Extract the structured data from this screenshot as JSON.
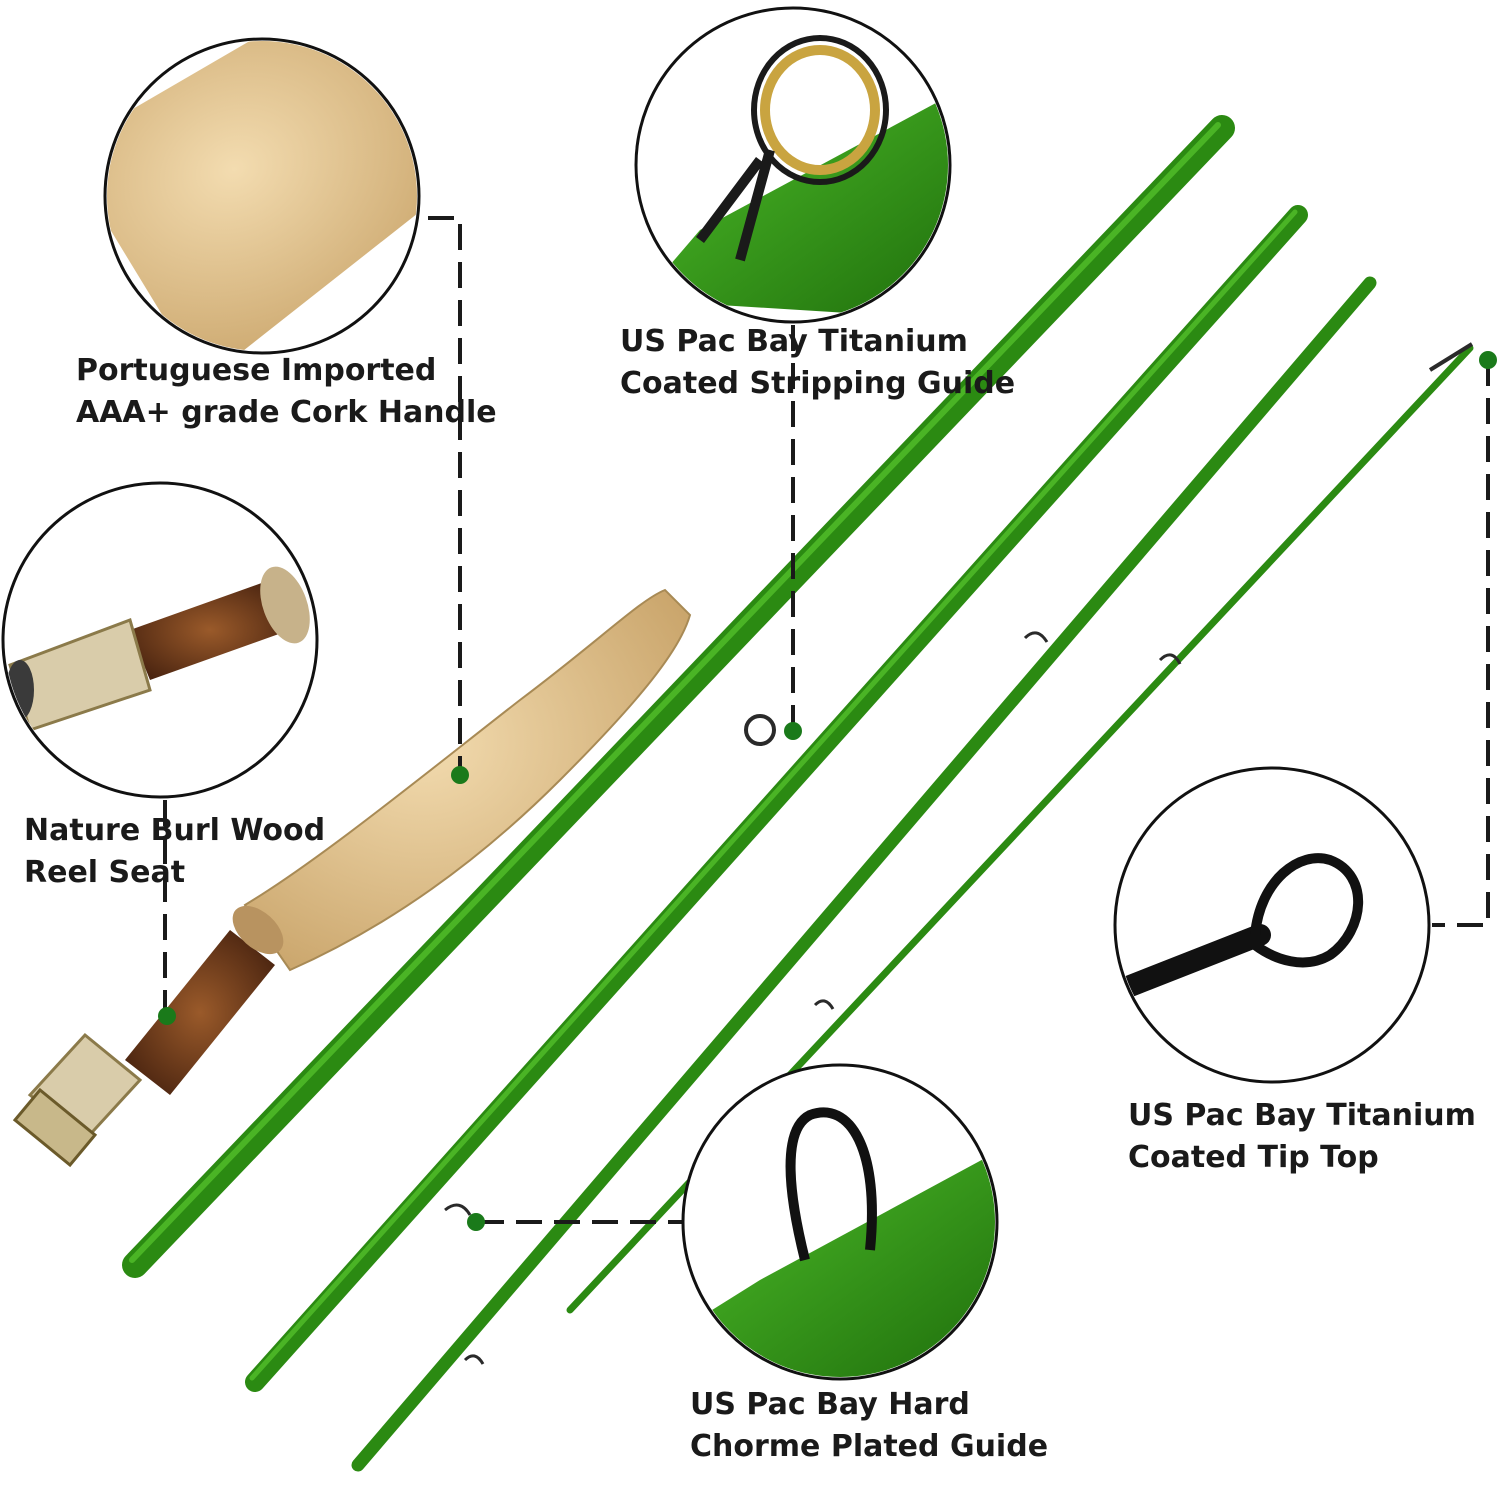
{
  "colors": {
    "rod_green": "#3da41c",
    "rod_green_dark": "#1f6e0c",
    "cork": "#e4c796",
    "burl_wood": "#6e3d1e",
    "metal": "#d9ccaa",
    "connector_dot": "#1a7a1a",
    "line": "#1a1a1a"
  },
  "callouts": {
    "cork_handle": {
      "line1": "Portuguese Imported",
      "line2": "AAA+ grade Cork Handle"
    },
    "reel_seat": {
      "line1": "Nature Burl Wood",
      "line2": "Reel Seat"
    },
    "stripping_guide": {
      "line1": "US Pac Bay Titanium",
      "line2": "Coated Stripping Guide"
    },
    "tip_top": {
      "line1": "US Pac Bay Titanium",
      "line2": "Coated Tip Top"
    },
    "snake_guide": {
      "line1": "US Pac Bay Hard",
      "line2": "Chorme Plated Guide"
    }
  }
}
